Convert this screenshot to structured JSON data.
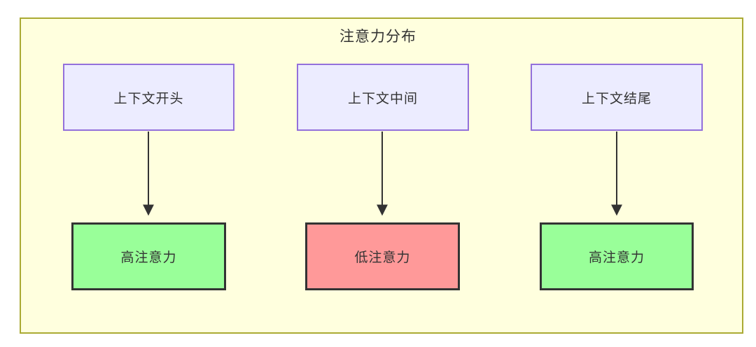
{
  "diagram": {
    "title": "注意力分布",
    "nodes": {
      "top": [
        {
          "id": "context-start",
          "label": "上下文开头"
        },
        {
          "id": "context-middle",
          "label": "上下文中间"
        },
        {
          "id": "context-end",
          "label": "上下文结尾"
        }
      ],
      "bottom": [
        {
          "id": "attention-start",
          "label": "高注意力",
          "level": "high"
        },
        {
          "id": "attention-middle",
          "label": "低注意力",
          "level": "low"
        },
        {
          "id": "attention-end",
          "label": "高注意力",
          "level": "high"
        }
      ]
    },
    "edges": [
      {
        "from": "context-start",
        "to": "attention-start"
      },
      {
        "from": "context-middle",
        "to": "attention-middle"
      },
      {
        "from": "context-end",
        "to": "attention-end"
      }
    ],
    "colors": {
      "container_fill": "#ffffde",
      "container_border": "#aaaa33",
      "context_fill": "#ececff",
      "context_border": "#9370db",
      "high_fill": "#99ff99",
      "low_fill": "#ff9999",
      "result_border": "#333333",
      "arrow": "#333333",
      "text": "#333333"
    }
  }
}
